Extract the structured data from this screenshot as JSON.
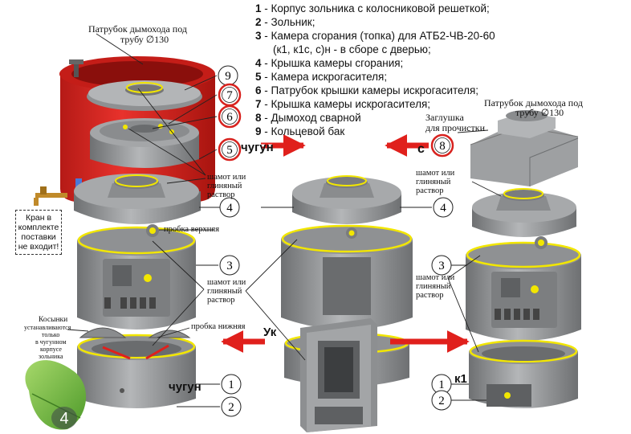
{
  "legend": [
    {
      "num": "1",
      "text": " - Корпус зольника с колосниковой решеткой;"
    },
    {
      "num": "2",
      "text": " - Зольник;"
    },
    {
      "num": "3",
      "text": " - Камера сгорания (топка) для АТБ2-ЧВ-20-60"
    },
    {
      "num": "",
      "text": "(к1, к1с, с)н - в сборе с дверью;"
    },
    {
      "num": "4",
      "text": " - Крышка камеры сгорания;"
    },
    {
      "num": "5",
      "text": " - Камера искрогасителя;"
    },
    {
      "num": "6",
      "text": " - Патрубок крышки камеры искрогасителя;"
    },
    {
      "num": "7",
      "text": " - Крышка камеры искрогасителя;"
    },
    {
      "num": "8",
      "text": " - Дымоход сварной"
    },
    {
      "num": "9",
      "text": " - Кольцевой бак"
    }
  ],
  "labels": {
    "flue_pipe_left": "Патрубок дымохода под",
    "flue_pipe_left_2": "трубу ∅130",
    "flue_pipe_right": "Патрубок дымохода под",
    "flue_pipe_right_2": "трубу ∅130",
    "plug_line1": "Заглушка",
    "plug_line2": "для прочистки",
    "chamotte_1": "шамот или",
    "chamotte_1b": "глиняный",
    "chamotte_1c": "раствор",
    "chamotte_2": "шамот или",
    "chamotte_2b": "глиняный",
    "chamotte_2c": "раствор",
    "chamotte_3": "шамот или",
    "chamotte_3b": "глиняный",
    "chamotte_3c": "раствор",
    "chamotte_4": "шамот или",
    "chamotte_4b": "глиняный",
    "chamotte_4c": "раствор",
    "plug_top": "пробка верхняя",
    "plug_bottom": "пробка нижняя",
    "kran_1": "Кран в",
    "kran_2": "комплекте",
    "kran_3": "поставки",
    "kran_4": "не входит!",
    "kosynki_1": "Косынки",
    "kosynki_2": "устанавливаются",
    "kosynki_3": "только",
    "kosynki_4": "в чугунном",
    "kosynki_5": "корпусе",
    "kosynki_6": "зольника",
    "chugun_top": "чугун",
    "chugun_bottom": "чугун",
    "c_label": "с",
    "uk_label": "Ук",
    "k1_label": "к1",
    "page_number": "4"
  },
  "callouts": {
    "n9": "9",
    "n7": "7",
    "n6": "6",
    "n5": "5",
    "n8": "8",
    "n4a": "4",
    "n4b": "4",
    "n3a": "3",
    "n3b": "3",
    "n1a": "1",
    "n1b": "1",
    "n2a": "2",
    "n2b": "2"
  },
  "colors": {
    "tank_red": "#d8231f",
    "arrow_red": "#e0201c",
    "metal": "#9a9c9e",
    "metal_dark": "#6e7072",
    "yellow": "#f2e600",
    "leaf_green": "#7cc242"
  }
}
